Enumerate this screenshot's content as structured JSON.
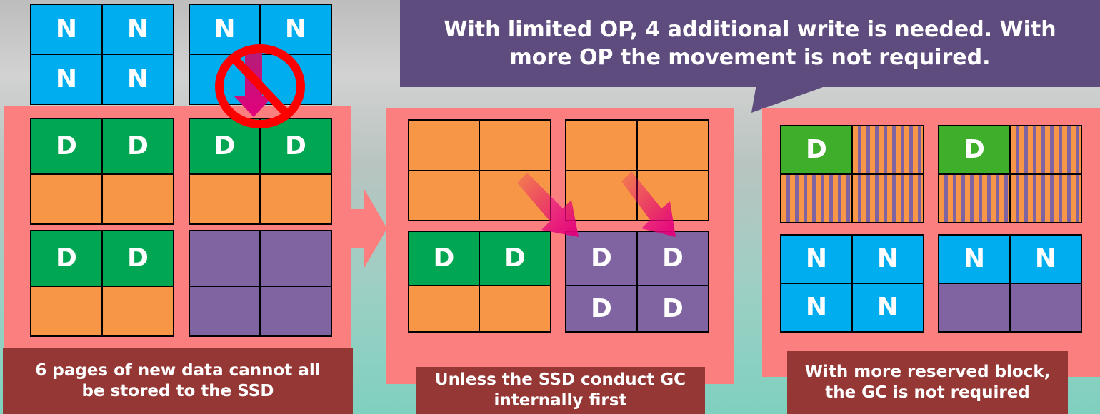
{
  "callout": {
    "text": "With limited OP, 4 additional write is needed. With more OP the movement is not required."
  },
  "panels": {
    "left": {
      "caption": "6 pages of new data cannot all be stored to the SSD"
    },
    "middle": {
      "caption": "Unless the SSD conduct GC internally first"
    },
    "right": {
      "caption": "With more reserved block, the GC is not required"
    }
  },
  "labels": {
    "new": "N",
    "data": "D"
  },
  "colors": {
    "panel": "#fc7f7f",
    "caption": "#953735",
    "callout": "#5f4c7e",
    "new_page": "#00aeef",
    "data_page": "#00a651",
    "free_page": "#f79646",
    "invalid_page": "#8064a2",
    "arrow": "#e2007a"
  },
  "icons": [
    "down-arrow-icon",
    "prohibited-icon",
    "right-arrow-icon",
    "diagonal-arrow-icon"
  ]
}
